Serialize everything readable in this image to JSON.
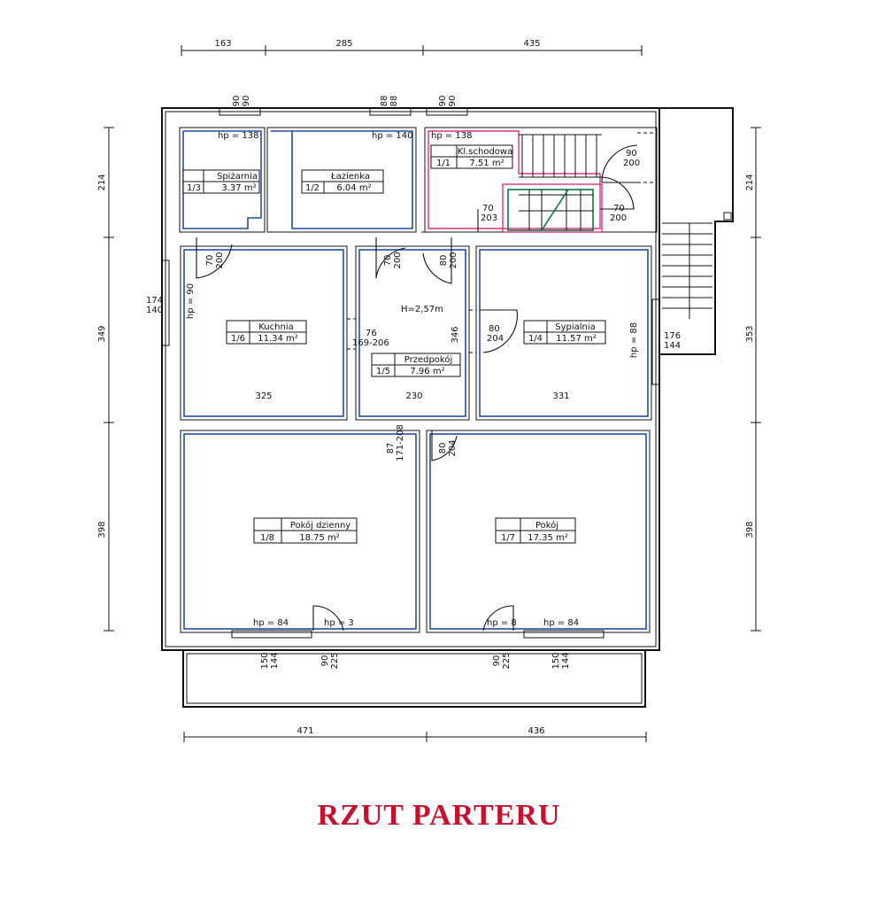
{
  "title": "RZUT PARTERU",
  "dimensions": {
    "top": [
      "163",
      "285",
      "435"
    ],
    "bottom": [
      "471",
      "436"
    ],
    "left": [
      "214",
      "349",
      "398"
    ],
    "right": [
      "214",
      "353",
      "398"
    ]
  },
  "rooms": [
    {
      "id": "1/1",
      "name": "Kl.schodowa",
      "area": "7.51 m²"
    },
    {
      "id": "1/2",
      "name": "Łazienka",
      "area": "6.04 m²"
    },
    {
      "id": "1/3",
      "name": "Spiżarnia",
      "area": "3.37 m²"
    },
    {
      "id": "1/4",
      "name": "Sypialnia",
      "area": "11.57 m²"
    },
    {
      "id": "1/5",
      "name": "Przedpokój",
      "area": "7.96 m²"
    },
    {
      "id": "1/6",
      "name": "Kuchnia",
      "area": "11.34 m²"
    },
    {
      "id": "1/7",
      "name": "Pokój",
      "area": "17.35 m²"
    },
    {
      "id": "1/8",
      "name": "Pokój dzienny",
      "area": "18.75 m²"
    }
  ],
  "annotations": {
    "hp_spizarnia": "hp = 138",
    "hp_lazienka": "hp = 140",
    "hp_klatka": "hp = 138",
    "hp_kuchnia": "hp = 90",
    "hp_sypialnia": "hp = 88",
    "hp_dzienny": "hp = 84",
    "hp_pokoj": "hp = 84",
    "hp_door_a": "hp = 3",
    "hp_door_b": "hp = 8",
    "height": "H=2,57m",
    "w_top1": "90",
    "w_top1b": "90",
    "w_top2": "88",
    "w_top2b": "88",
    "w_top3": "90",
    "w_top3b": "90",
    "d_stair1": "90",
    "d_stair1b": "200",
    "d_stair2": "70",
    "d_stair2b": "203",
    "d_stair3": "70",
    "d_stair3b": "200",
    "d_kitchen": "70",
    "d_kitchenb": "200",
    "d_bath": "70",
    "d_bathb": "200",
    "d_hall": "80",
    "d_hallb": "200",
    "w_left": "174",
    "w_leftb": "140",
    "pass_a": "76",
    "pass_ab": "169-206",
    "v346": "346",
    "d_bed": "80",
    "d_bedb": "204",
    "w_right": "176",
    "w_rightb": "144",
    "kitchen_w": "325",
    "hall_w": "230",
    "bed_w": "331",
    "pass_b": "87",
    "pass_bb": "171-208",
    "d_room": "80",
    "d_roomb": "204",
    "w_bot1": "150",
    "w_bot1b": "144",
    "d_bot1": "90",
    "d_bot1b": "225",
    "d_bot2": "90",
    "d_bot2b": "225",
    "w_bot2": "150",
    "w_bot2b": "144"
  }
}
